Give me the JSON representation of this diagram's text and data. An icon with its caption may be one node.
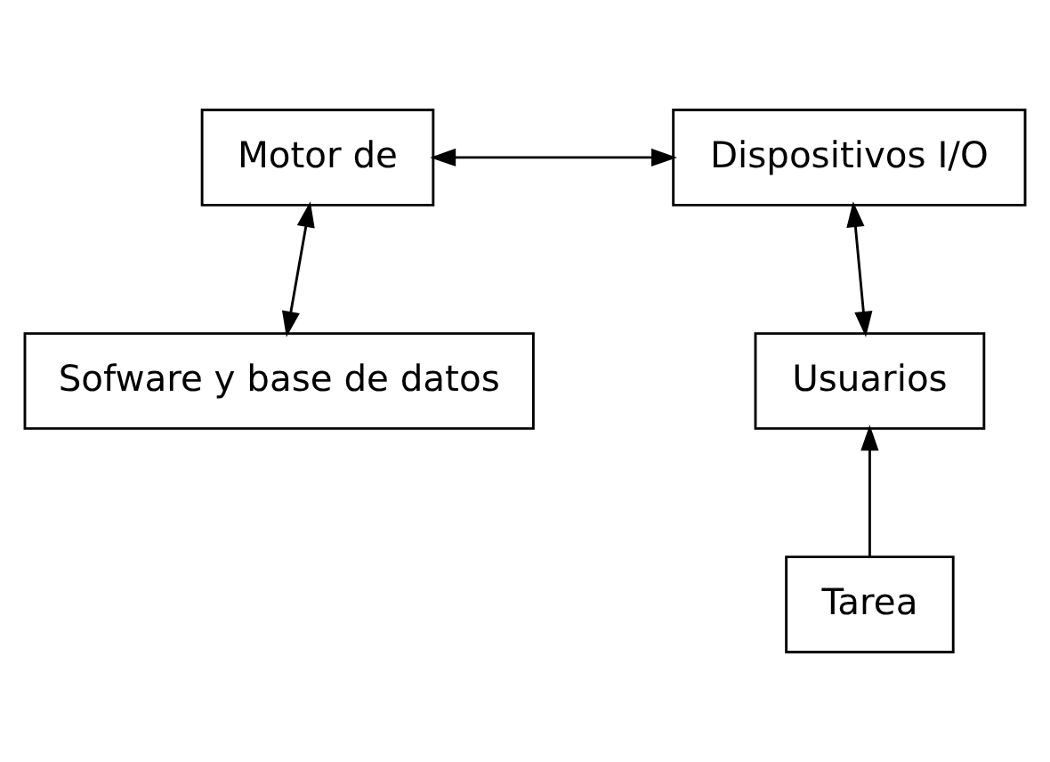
{
  "diagram": {
    "nodes": [
      {
        "text": [
          "Motor de"
        ]
      },
      {
        "text": [
          "Dispositivos I/O"
        ]
      },
      {
        "text": [
          "Sofware y base de datos"
        ]
      },
      {
        "text": [
          "Usuarios"
        ]
      },
      {
        "text": [
          "Tarea"
        ]
      }
    ],
    "edges": [
      {
        "from": 0,
        "to": 1,
        "arrow": "both"
      },
      {
        "from": 0,
        "to": 2,
        "arrow": "both"
      },
      {
        "from": 1,
        "to": 3,
        "arrow": "both"
      },
      {
        "from": 4,
        "to": 3,
        "arrow": "to"
      }
    ]
  }
}
